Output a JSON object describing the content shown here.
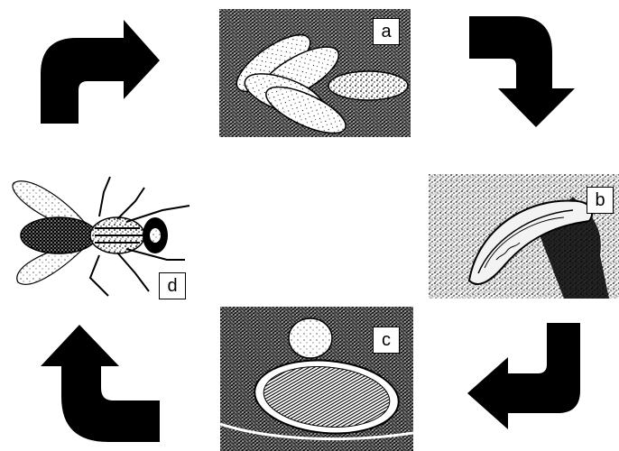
{
  "diagram": {
    "stages": [
      {
        "id": "a",
        "label": "a",
        "subject": "eggs"
      },
      {
        "id": "b",
        "label": "b",
        "subject": "larva"
      },
      {
        "id": "c",
        "label": "c",
        "subject": "pupa"
      },
      {
        "id": "d",
        "label": "d",
        "subject": "adult-fly"
      }
    ],
    "arrows": [
      {
        "from": "d",
        "to": "a"
      },
      {
        "from": "a",
        "to": "b"
      },
      {
        "from": "b",
        "to": "c"
      },
      {
        "from": "c",
        "to": "d"
      }
    ],
    "colors": {
      "ink": "#000000",
      "paper": "#ffffff",
      "shade": "#d9d9d9"
    }
  }
}
